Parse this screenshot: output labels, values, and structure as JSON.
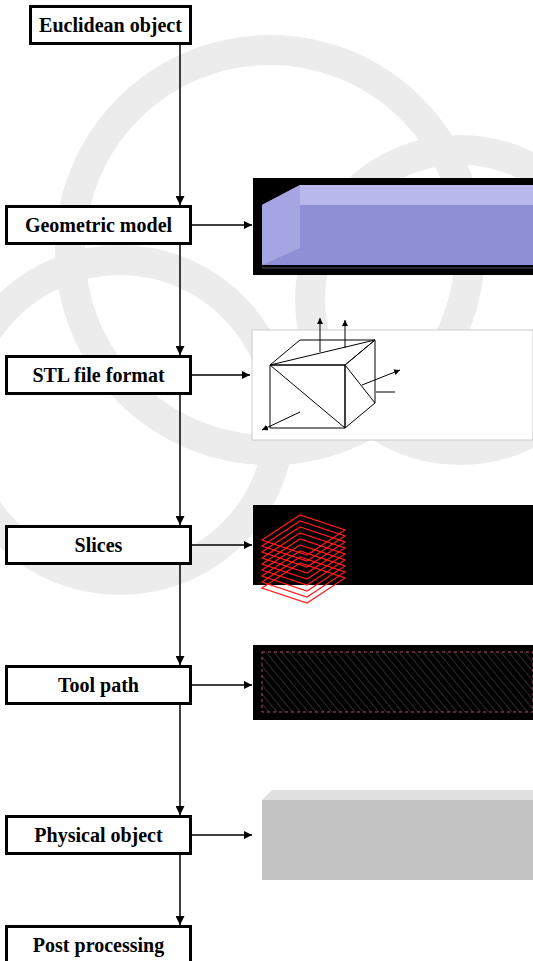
{
  "diagram": {
    "nodes": [
      {
        "text": [
          "Euclidean object"
        ]
      },
      {
        "text": [
          "Geometric model"
        ]
      },
      {
        "text": [
          "STL file format"
        ]
      },
      {
        "text": [
          "Slices"
        ]
      },
      {
        "text": [
          "Tool path"
        ]
      },
      {
        "text": [
          "Physical object"
        ]
      },
      {
        "text": [
          "Post processing"
        ]
      }
    ],
    "edges": [
      {
        "from": 0,
        "to": 1,
        "arrow": "to"
      },
      {
        "from": 1,
        "to": 2,
        "arrow": "to"
      },
      {
        "from": 2,
        "to": 3,
        "arrow": "to"
      },
      {
        "from": 3,
        "to": 4,
        "arrow": "to"
      },
      {
        "from": 4,
        "to": 5,
        "arrow": "to"
      },
      {
        "from": 5,
        "to": 6,
        "arrow": "to"
      }
    ]
  }
}
